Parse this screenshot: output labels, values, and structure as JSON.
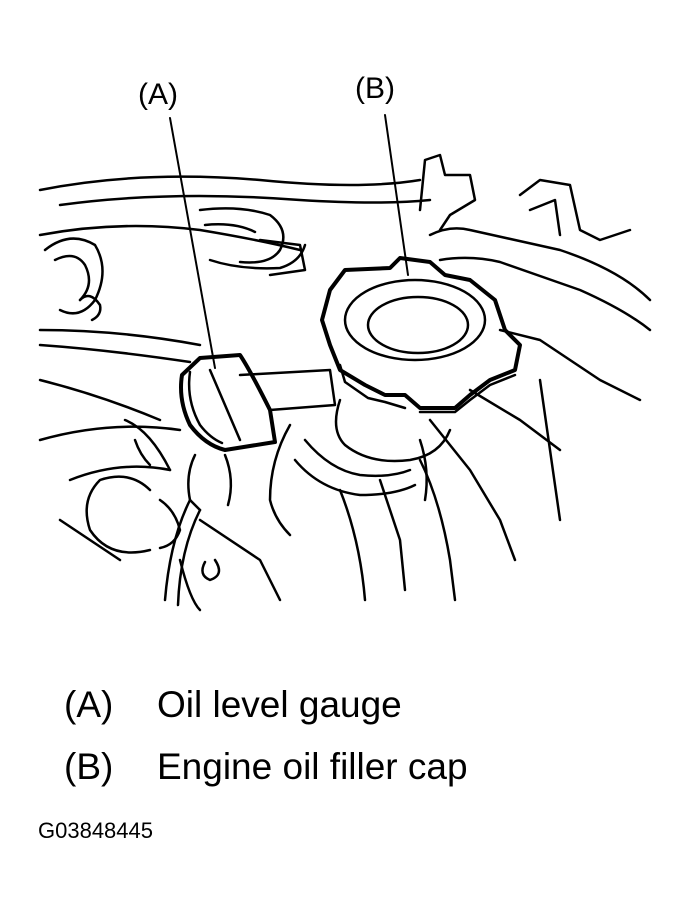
{
  "callouts": {
    "a": "(A)",
    "b": "(B)"
  },
  "legend": [
    {
      "code": "(A)",
      "label": "Oil level gauge"
    },
    {
      "code": "(B)",
      "label": "Engine oil filler cap"
    }
  ],
  "figure_id": "G03848445",
  "colors": {
    "line": "#000000",
    "background": "#ffffff"
  }
}
